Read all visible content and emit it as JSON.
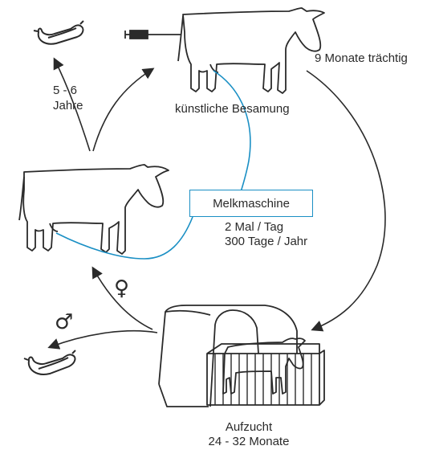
{
  "labels": {
    "years_top": "5 - 6",
    "years_bottom": "Jahre",
    "insemination": "künstliche Besamung",
    "pregnant": "9 Monate trächtig",
    "milking_machine": "Melkmaschine",
    "milking_freq": "2 Mal / Tag",
    "milking_days": "300 Tage / Jahr",
    "rearing": "Aufzucht",
    "rearing_months": "24 - 32 Monate"
  },
  "symbols": {
    "female": "♀",
    "male": "♂"
  },
  "colors": {
    "line": "#2a2a2a",
    "tube": "#1a8fc4"
  }
}
